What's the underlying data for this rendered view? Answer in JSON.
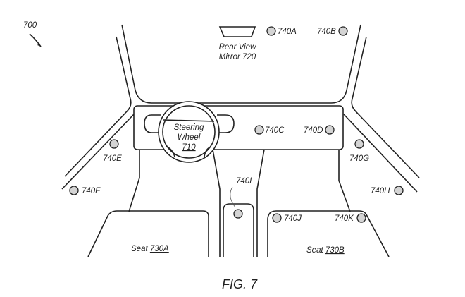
{
  "figure_ref": "700",
  "figure_caption": "FIG. 7",
  "mirror": {
    "line1": "Rear View",
    "line2": "Mirror 720"
  },
  "steering_wheel": {
    "line1": "Steering",
    "line2": "Wheel",
    "ref": "710"
  },
  "seats": [
    {
      "label": "Seat ",
      "ref": "730A"
    },
    {
      "label": "Seat ",
      "ref": "730B"
    }
  ],
  "sensors": [
    "740A",
    "740B",
    "740C",
    "740D",
    "740E",
    "740F",
    "740G",
    "740H",
    "740I",
    "740J",
    "740K"
  ],
  "colors": {
    "sensor_fill": "#d4d4d4",
    "line": "#222222"
  }
}
